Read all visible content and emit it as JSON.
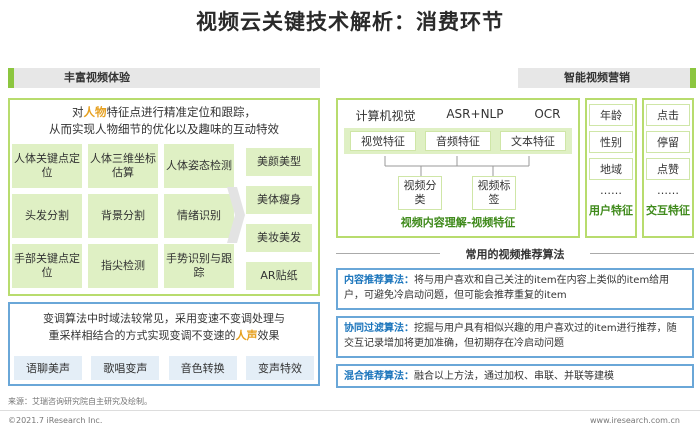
{
  "title": "视频云关键技术解析：消费环节",
  "left": {
    "header": "丰富视频体验",
    "intro_line1_pre": "对",
    "intro_line1_highlight": "人物",
    "intro_line1_post": "特征点进行精准定位和跟踪，",
    "intro_line2": "从而实现人物细节的优化以及趣味的互动特效",
    "grid": [
      "人体关键点定位",
      "人体三维坐标估算",
      "人体姿态检测",
      "头发分割",
      "背景分割",
      "情绪识别",
      "手部关键点定位",
      "指尖检测",
      "手势识别与跟踪"
    ],
    "effects": [
      "美颜美型",
      "美体瘦身",
      "美妆美发",
      "AR贴纸"
    ],
    "voice_line1": "变调算法中时域法较常见，采用变速不变调处理与",
    "voice_line2_pre": "重采样相结合的方式实现变调不变速的",
    "voice_line2_highlight": "人声",
    "voice_line2_post": "效果",
    "voice_buttons": [
      "语聊美声",
      "歌唱变声",
      "音色转换",
      "变声特效"
    ]
  },
  "right": {
    "header": "智能视频营销",
    "labels": [
      "计算机视觉",
      "ASR+NLP",
      "OCR"
    ],
    "features": [
      "视觉特征",
      "音频特征",
      "文本特征"
    ],
    "sub": [
      "视频分类",
      "视频标签"
    ],
    "caption": "视频内容理解-视频特征",
    "user_col": [
      "年龄",
      "性别",
      "地域",
      "……",
      "用户特征"
    ],
    "inter_col": [
      "点击",
      "停留",
      "点赞",
      "……",
      "交互特征"
    ],
    "algo_title": "常用的视频推荐算法",
    "algos": [
      {
        "name": "内容推荐算法：",
        "text": "将与用户喜欢和自己关注的item在内容上类似的item给用户，可避免冷启动问题，但可能会推荐重复的item"
      },
      {
        "name": "协同过滤算法：",
        "text": "挖掘与用户具有相似兴趣的用户喜欢过的item进行推荐，随交互记录增加将更加准确，但初期存在冷启动问题"
      },
      {
        "name": "混合推荐算法：",
        "text": "融合以上方法，通过加权、串联、并联等建模"
      }
    ]
  },
  "footer": {
    "source": "来源：艾瑞咨询研究院自主研究及绘制。",
    "copyright": "©2021.7 iResearch Inc.",
    "url": "www.iresearch.com.cn"
  },
  "colors": {
    "green": "#8cc63f",
    "light_green": "#dff0c4",
    "blue": "#1b75bc",
    "highlight": "#e6a020"
  }
}
